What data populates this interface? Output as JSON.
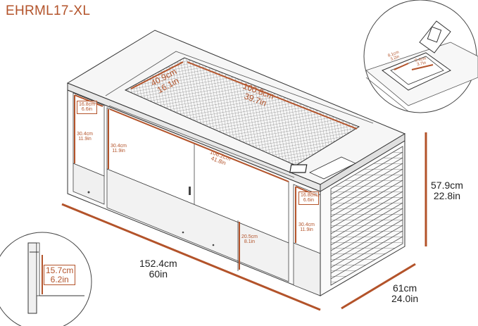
{
  "model": "EHRML17-XL",
  "dimensions": {
    "length": {
      "cm": "152.4cm",
      "in": "60in"
    },
    "width": {
      "cm": "61cm",
      "in": "24.0in"
    },
    "height": {
      "cm": "57.9cm",
      "in": "22.8in"
    },
    "burner_depth": {
      "cm": "40.9cm",
      "in": "16.1in"
    },
    "burner_length": {
      "cm": "100.8cm",
      "in": "39.7in"
    },
    "door_width": {
      "cm": "106.2cm",
      "in": "41.8in"
    },
    "left_door_height": {
      "cm": "30.4cm",
      "in": "11.9in"
    },
    "left_end_width": {
      "cm": "16.8cm",
      "in": "6.6in"
    },
    "left_end_height": {
      "cm": "30.4cm",
      "in": "11.9in"
    },
    "right_end_width": {
      "cm": "16.8cm",
      "in": "6.6in"
    },
    "right_end_height": {
      "cm": "30.4cm",
      "in": "11.9in"
    },
    "lower_panel_height": {
      "cm": "20.5cm",
      "in": "8.1in"
    },
    "inset_wall": {
      "cm": "15.7cm",
      "in": "6.2in"
    },
    "inset_panel_w": {
      "cm": "8.1cm",
      "in": "3.2in"
    },
    "inset_panel_h": {
      "cm": "9.4cm",
      "in": "3.7in"
    }
  },
  "colors": {
    "accent": "#b3532a",
    "line": "#333333",
    "mesh": "#9a9a9a",
    "panel": "#f3f3f3"
  }
}
